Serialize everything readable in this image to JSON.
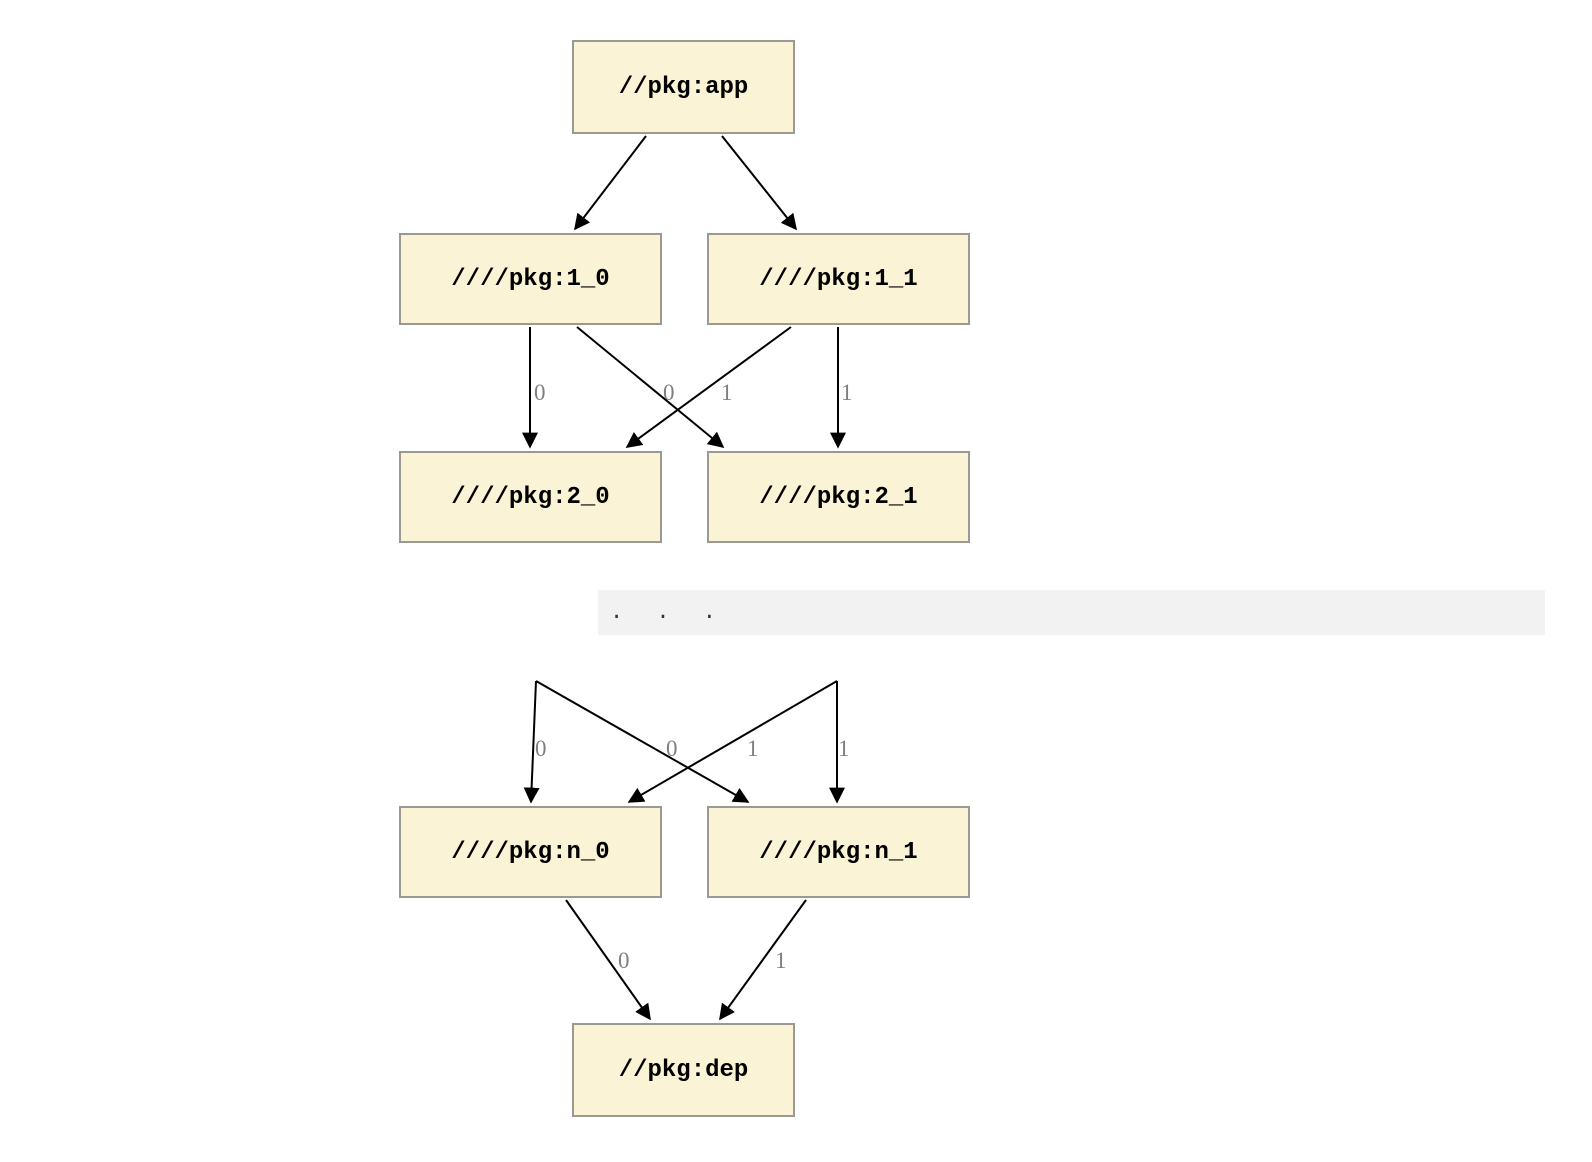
{
  "diagram": {
    "nodes": {
      "app": "//pkg:app",
      "v1_0": "////pkg:1_0",
      "v1_1": "////pkg:1_1",
      "v2_0": "////pkg:2_0",
      "v2_1": "////pkg:2_1",
      "vn_0": "////pkg:n_0",
      "vn_1": "////pkg:n_1",
      "dep": "//pkg:dep"
    },
    "ellipsis": ". . .",
    "edge_labels": {
      "e1_0_to_2_0": "0",
      "e1_1_to_2_0": "0",
      "e1_0_to_2_1": "1",
      "e1_1_to_2_1": "1",
      "etop0_to_n_0": "0",
      "etop1_to_n_0": "0",
      "etop0_to_n_1": "1",
      "etop1_to_n_1": "1",
      "en_0_to_dep": "0",
      "en_1_to_dep": "1"
    },
    "colors": {
      "node_fill": "#FBF3D5",
      "node_border": "#9A9A93",
      "edge": "#000000",
      "edge_label": "#7F7F7F",
      "ellipsis_bg": "#F2F2F2",
      "ellipsis_text": "#333333"
    }
  }
}
